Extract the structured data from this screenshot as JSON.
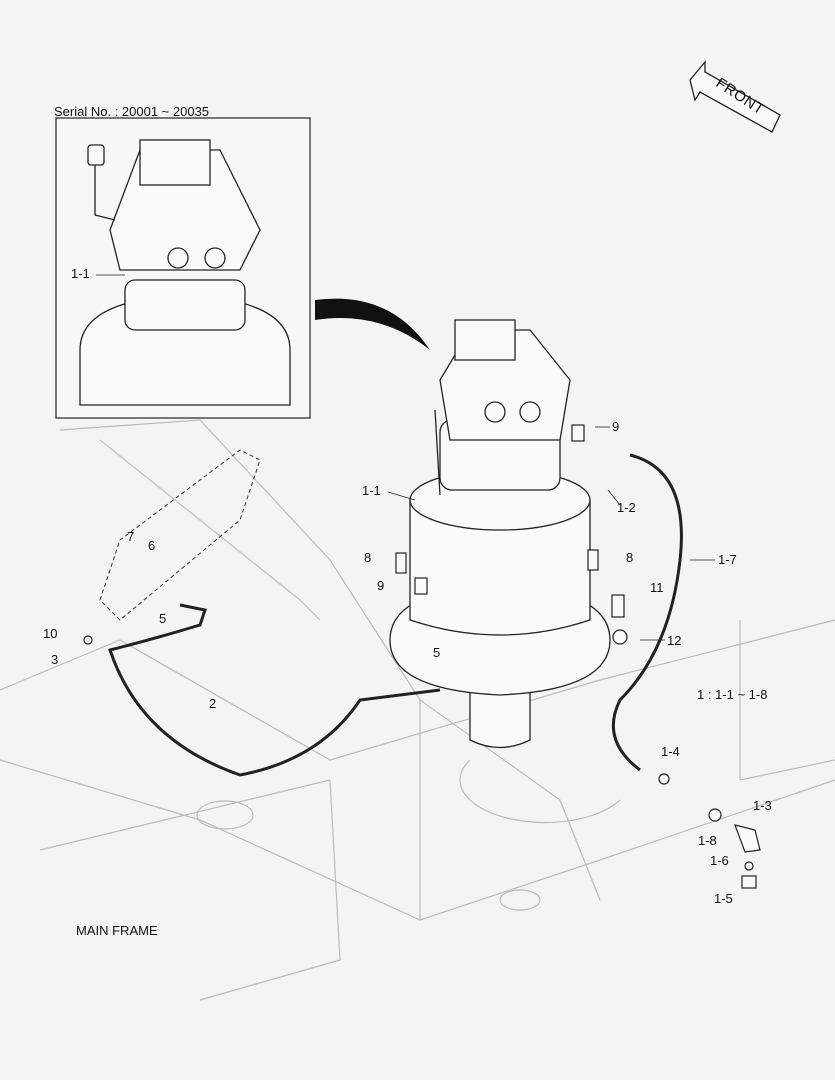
{
  "inset": {
    "serial_label": "Serial No. : 20001 ~ 20035",
    "part_label": "1-1"
  },
  "front_arrow": {
    "label": "FRONT"
  },
  "frame_label": "MAIN FRAME",
  "assembly_note": "1 : 1-1 ~ 1-8",
  "callouts": [
    "9",
    "1-1",
    "1-2",
    "7",
    "6",
    "8",
    "8",
    "1-7",
    "9",
    "11",
    "5",
    "10",
    "12",
    "3",
    "5",
    "2",
    "1-4",
    "1-3",
    "1-8",
    "1-6",
    "1-5"
  ]
}
